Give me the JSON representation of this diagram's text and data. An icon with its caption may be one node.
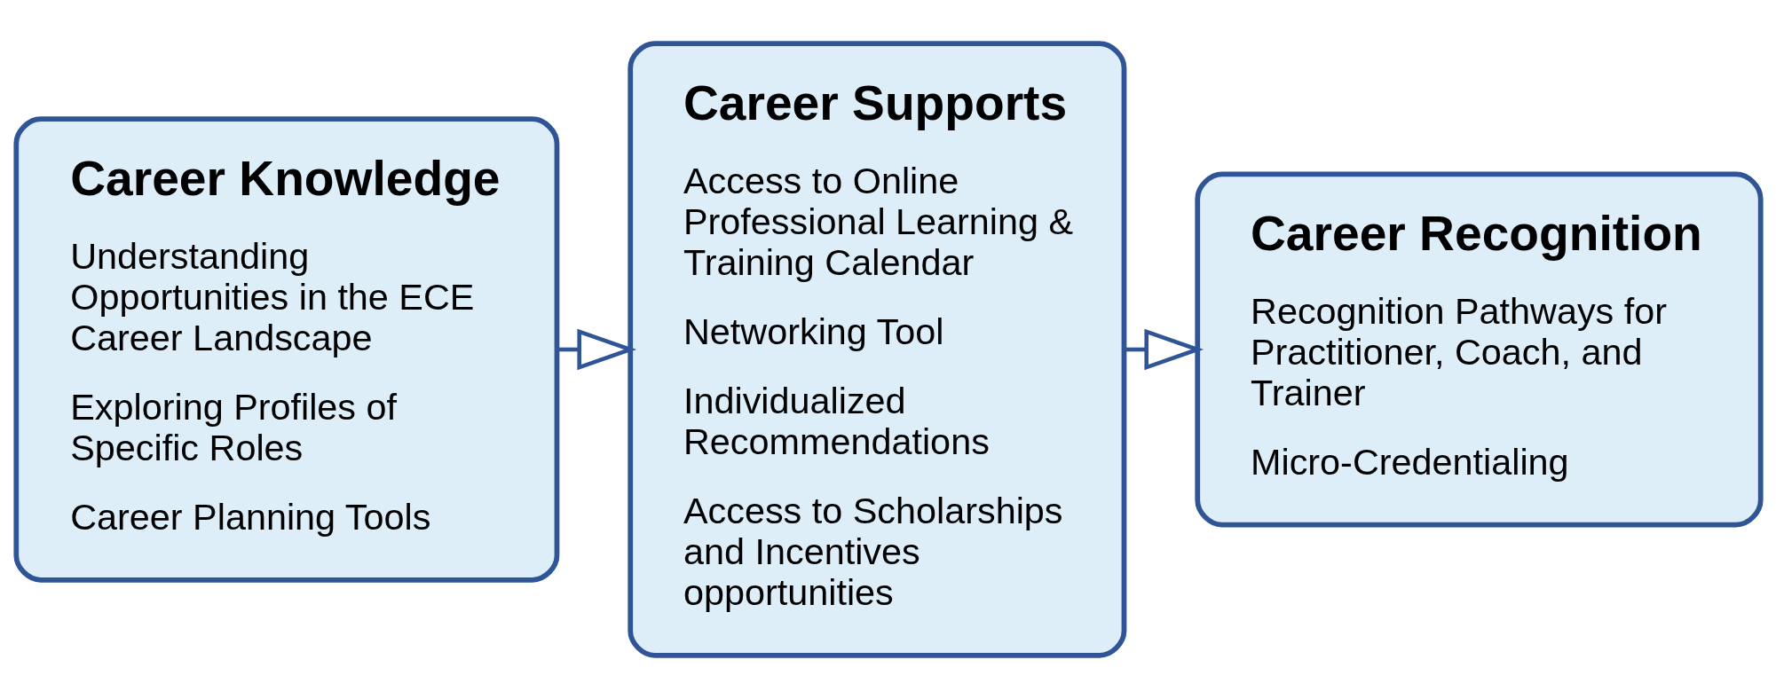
{
  "diagram": {
    "nodes": [
      {
        "text": [
          "Career Knowledge",
          "Understanding Opportunities in the ECE Career Landscape",
          "Exploring Profiles of Specific Roles",
          "Career Planning Tools"
        ]
      },
      {
        "text": [
          "Career Supports",
          "Access to Online Professional Learning & Training Calendar",
          "Networking Tool",
          "Individualized Recommendations",
          "Access to Scholarships and Incentives opportunities"
        ]
      },
      {
        "text": [
          "Career Recognition",
          "Recognition Pathways for Practitioner, Coach, and Trainer",
          "Micro-Credentialing"
        ]
      }
    ],
    "edges": [
      {
        "from": 0,
        "to": 1,
        "arrow": "to"
      },
      {
        "from": 1,
        "to": 2,
        "arrow": "to"
      }
    ]
  }
}
